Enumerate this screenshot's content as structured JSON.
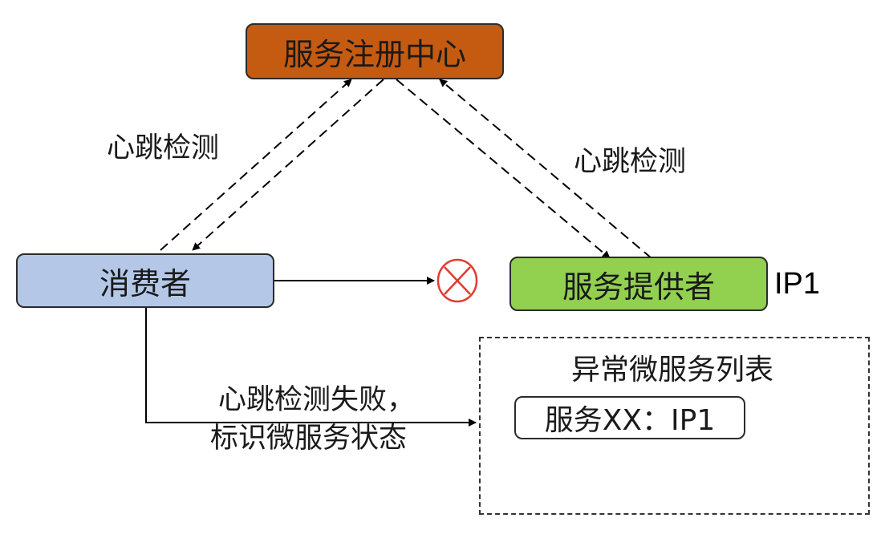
{
  "nodes": {
    "registry": {
      "label": "服务注册中心",
      "color": "#C55A11"
    },
    "consumer": {
      "label": "消费者",
      "color": "#B4C7E7"
    },
    "provider": {
      "label": "服务提供者",
      "color": "#92D050",
      "ip": "IP1"
    }
  },
  "edge_labels": {
    "heartbeat_left": "心跳检测",
    "heartbeat_right": "心跳检测",
    "failure_line1": "心跳检测失败，",
    "failure_line2": "标识微服务状态"
  },
  "anomaly_list": {
    "title": "异常微服务列表",
    "entries": [
      "服务XX：IP1"
    ]
  },
  "colors": {
    "blocked_marker": "#E03C31",
    "line": "#000000"
  }
}
